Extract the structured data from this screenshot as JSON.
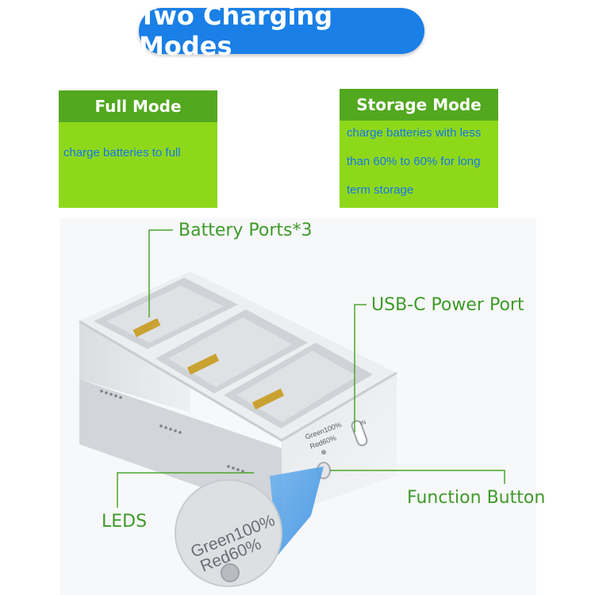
{
  "title": "Two Charging Modes",
  "modes": [
    {
      "name": "Full Mode",
      "desc_lines": [
        "charge batteries to full"
      ]
    },
    {
      "name": "Storage Mode",
      "desc_lines": [
        "charge batteries with less",
        "than 60% to 60% for long",
        "term storage"
      ]
    }
  ],
  "callouts": {
    "battery_ports": "Battery Ports*3",
    "usb_port": "USB-C Power Port",
    "function_button": "Function Button",
    "leds": "LEDS"
  },
  "device_labels": {
    "line1": "Green100%",
    "line2": "Red60%",
    "port": "IN"
  },
  "colors": {
    "title_bg": "#1a7fe6",
    "mode_bg": "#8ed81a",
    "mode_head": "#52a81f",
    "desc_text": "#1677e8",
    "callout_text": "#3e9a2a",
    "magnifier": "#5aa5e8"
  },
  "icons": {
    "device": "triple-battery-charger-hub",
    "magnifier": "magnifier-lens"
  }
}
